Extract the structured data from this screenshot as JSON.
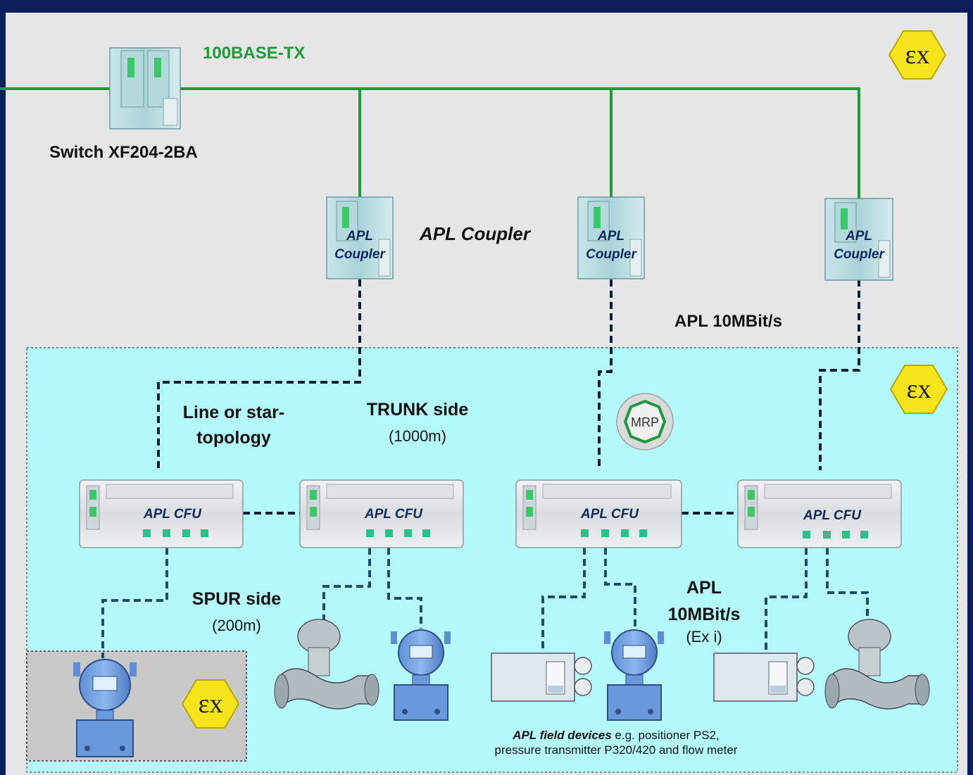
{
  "labels": {
    "ethernet": "100BASE-TX",
    "switch": "Switch XF204-2BA",
    "apl_coupler_heading": "APL Coupler",
    "coupler_line1": "APL",
    "coupler_line2": "Coupler",
    "apl_speed_top": "APL 10MBit/s",
    "topology_line1": "Line or star-",
    "topology_line2": "topology",
    "trunk": "TRUNK side",
    "trunk_len": "(1000m)",
    "mrp": "MRP",
    "cfu": "APL CFU",
    "spur": "SPUR side",
    "spur_len": "(200m)",
    "apl_speed_line1": "APL",
    "apl_speed_line2": "10MBit/s",
    "apl_speed_line3": "(Ex i)",
    "field_devices_bold": "APL field devices",
    "field_devices_rest": " e.g. positioner PS2,",
    "field_devices_line2": "pressure transmitter P320/420 and flow meter",
    "ex_symbol": "εx"
  },
  "colors": {
    "background": "#0b1d5c",
    "panel": "#e6e6e6",
    "hazard_zone": "#b4fafc",
    "ethernet_line": "#1e9a3c",
    "apl_line": "#0d1e3a",
    "spur_line": "#1e4c6e",
    "ex_badge": "#f5e51a"
  }
}
